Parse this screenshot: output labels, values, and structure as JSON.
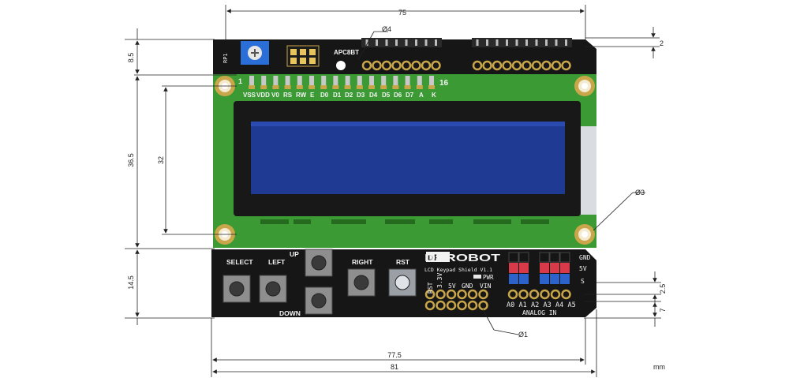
{
  "dimensions": {
    "top_width": "75",
    "hole_top": "Ø4",
    "header_gap": "2",
    "top_height": "8.5",
    "lcd_height": "36.5",
    "lcd_window": "32",
    "hole_right": "Ø3",
    "bottom_height": "14.5",
    "button_gap": "2.5",
    "analog_height": "7",
    "hole_bottom": "Ø1",
    "board_width_inner": "77.5",
    "board_width_total": "81",
    "unit": "mm"
  },
  "board": {
    "pot_label": "RP1",
    "chip_label": "APC8BT",
    "lcd_pin_first": "1",
    "lcd_pin_last": "16",
    "lcd_pins": [
      "VSS",
      "VDD",
      "V0",
      "RS",
      "RW",
      "E",
      "D0",
      "D1",
      "D2",
      "D3",
      "D4",
      "D5",
      "D6",
      "D7",
      "A",
      "K"
    ],
    "buttons": [
      "SELECT",
      "LEFT",
      "UP",
      "DOWN",
      "RIGHT",
      "RST"
    ],
    "brand": "DFROBOT",
    "model": "LCD Keypad Shield V1.1",
    "pwr_label": "PWR",
    "power_pins": [
      "RST",
      "3.3V",
      "5V",
      "GND",
      "VIN"
    ],
    "side_labels": [
      "GND",
      "5V",
      "S"
    ],
    "analog_pins": [
      "A0",
      "A1",
      "A2",
      "A3",
      "A4",
      "A5"
    ],
    "analog_label": "ANALOG IN"
  },
  "colors": {
    "pcb": "#1a1a1a",
    "lcd_green": "#3c9a34",
    "lcd_screen": "#1f3a93",
    "gold": "#c9a64a",
    "red_header": "#d83a4a",
    "blue_header": "#2c62c9"
  }
}
